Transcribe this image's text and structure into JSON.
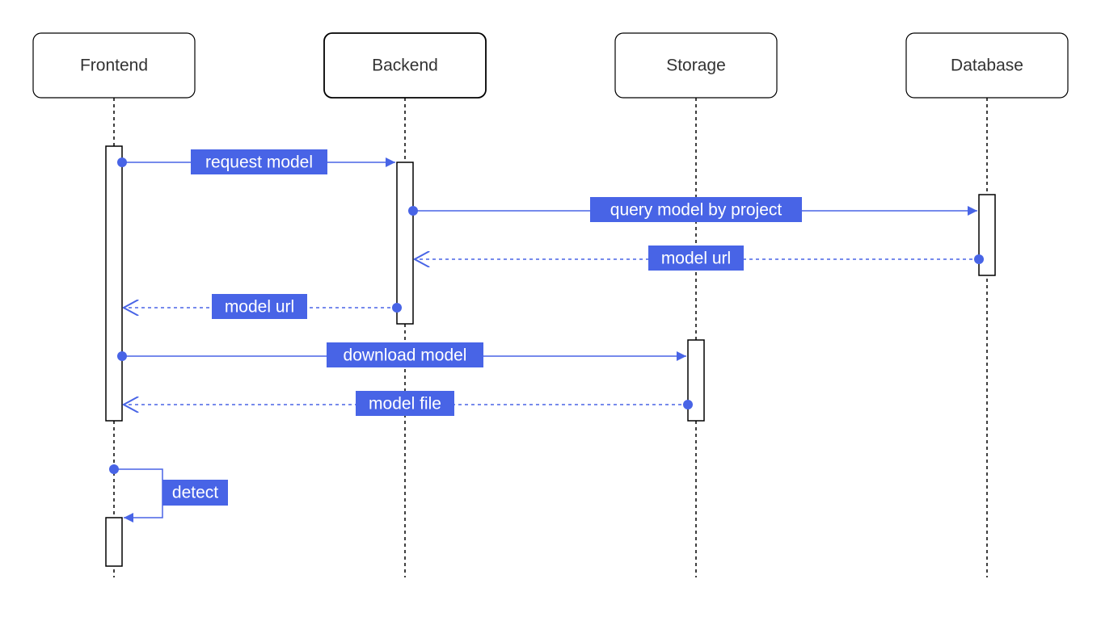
{
  "diagram": {
    "colors": {
      "message": "#4864e6",
      "label_bg": "#4864e6",
      "label_text": "#ffffff",
      "line": "#000000"
    },
    "participants": [
      {
        "id": "frontend",
        "label": "Frontend"
      },
      {
        "id": "backend",
        "label": "Backend"
      },
      {
        "id": "storage",
        "label": "Storage"
      },
      {
        "id": "database",
        "label": "Database"
      }
    ],
    "messages": [
      {
        "from": "frontend",
        "to": "backend",
        "label": "request model",
        "kind": "sync"
      },
      {
        "from": "backend",
        "to": "database",
        "label": "query model by project",
        "kind": "sync"
      },
      {
        "from": "database",
        "to": "backend",
        "label": "model url",
        "kind": "return"
      },
      {
        "from": "backend",
        "to": "frontend",
        "label": "model url",
        "kind": "return"
      },
      {
        "from": "frontend",
        "to": "storage",
        "label": "download model",
        "kind": "sync"
      },
      {
        "from": "storage",
        "to": "frontend",
        "label": "model file",
        "kind": "return"
      },
      {
        "from": "frontend",
        "to": "frontend",
        "label": "detect",
        "kind": "self"
      }
    ]
  }
}
